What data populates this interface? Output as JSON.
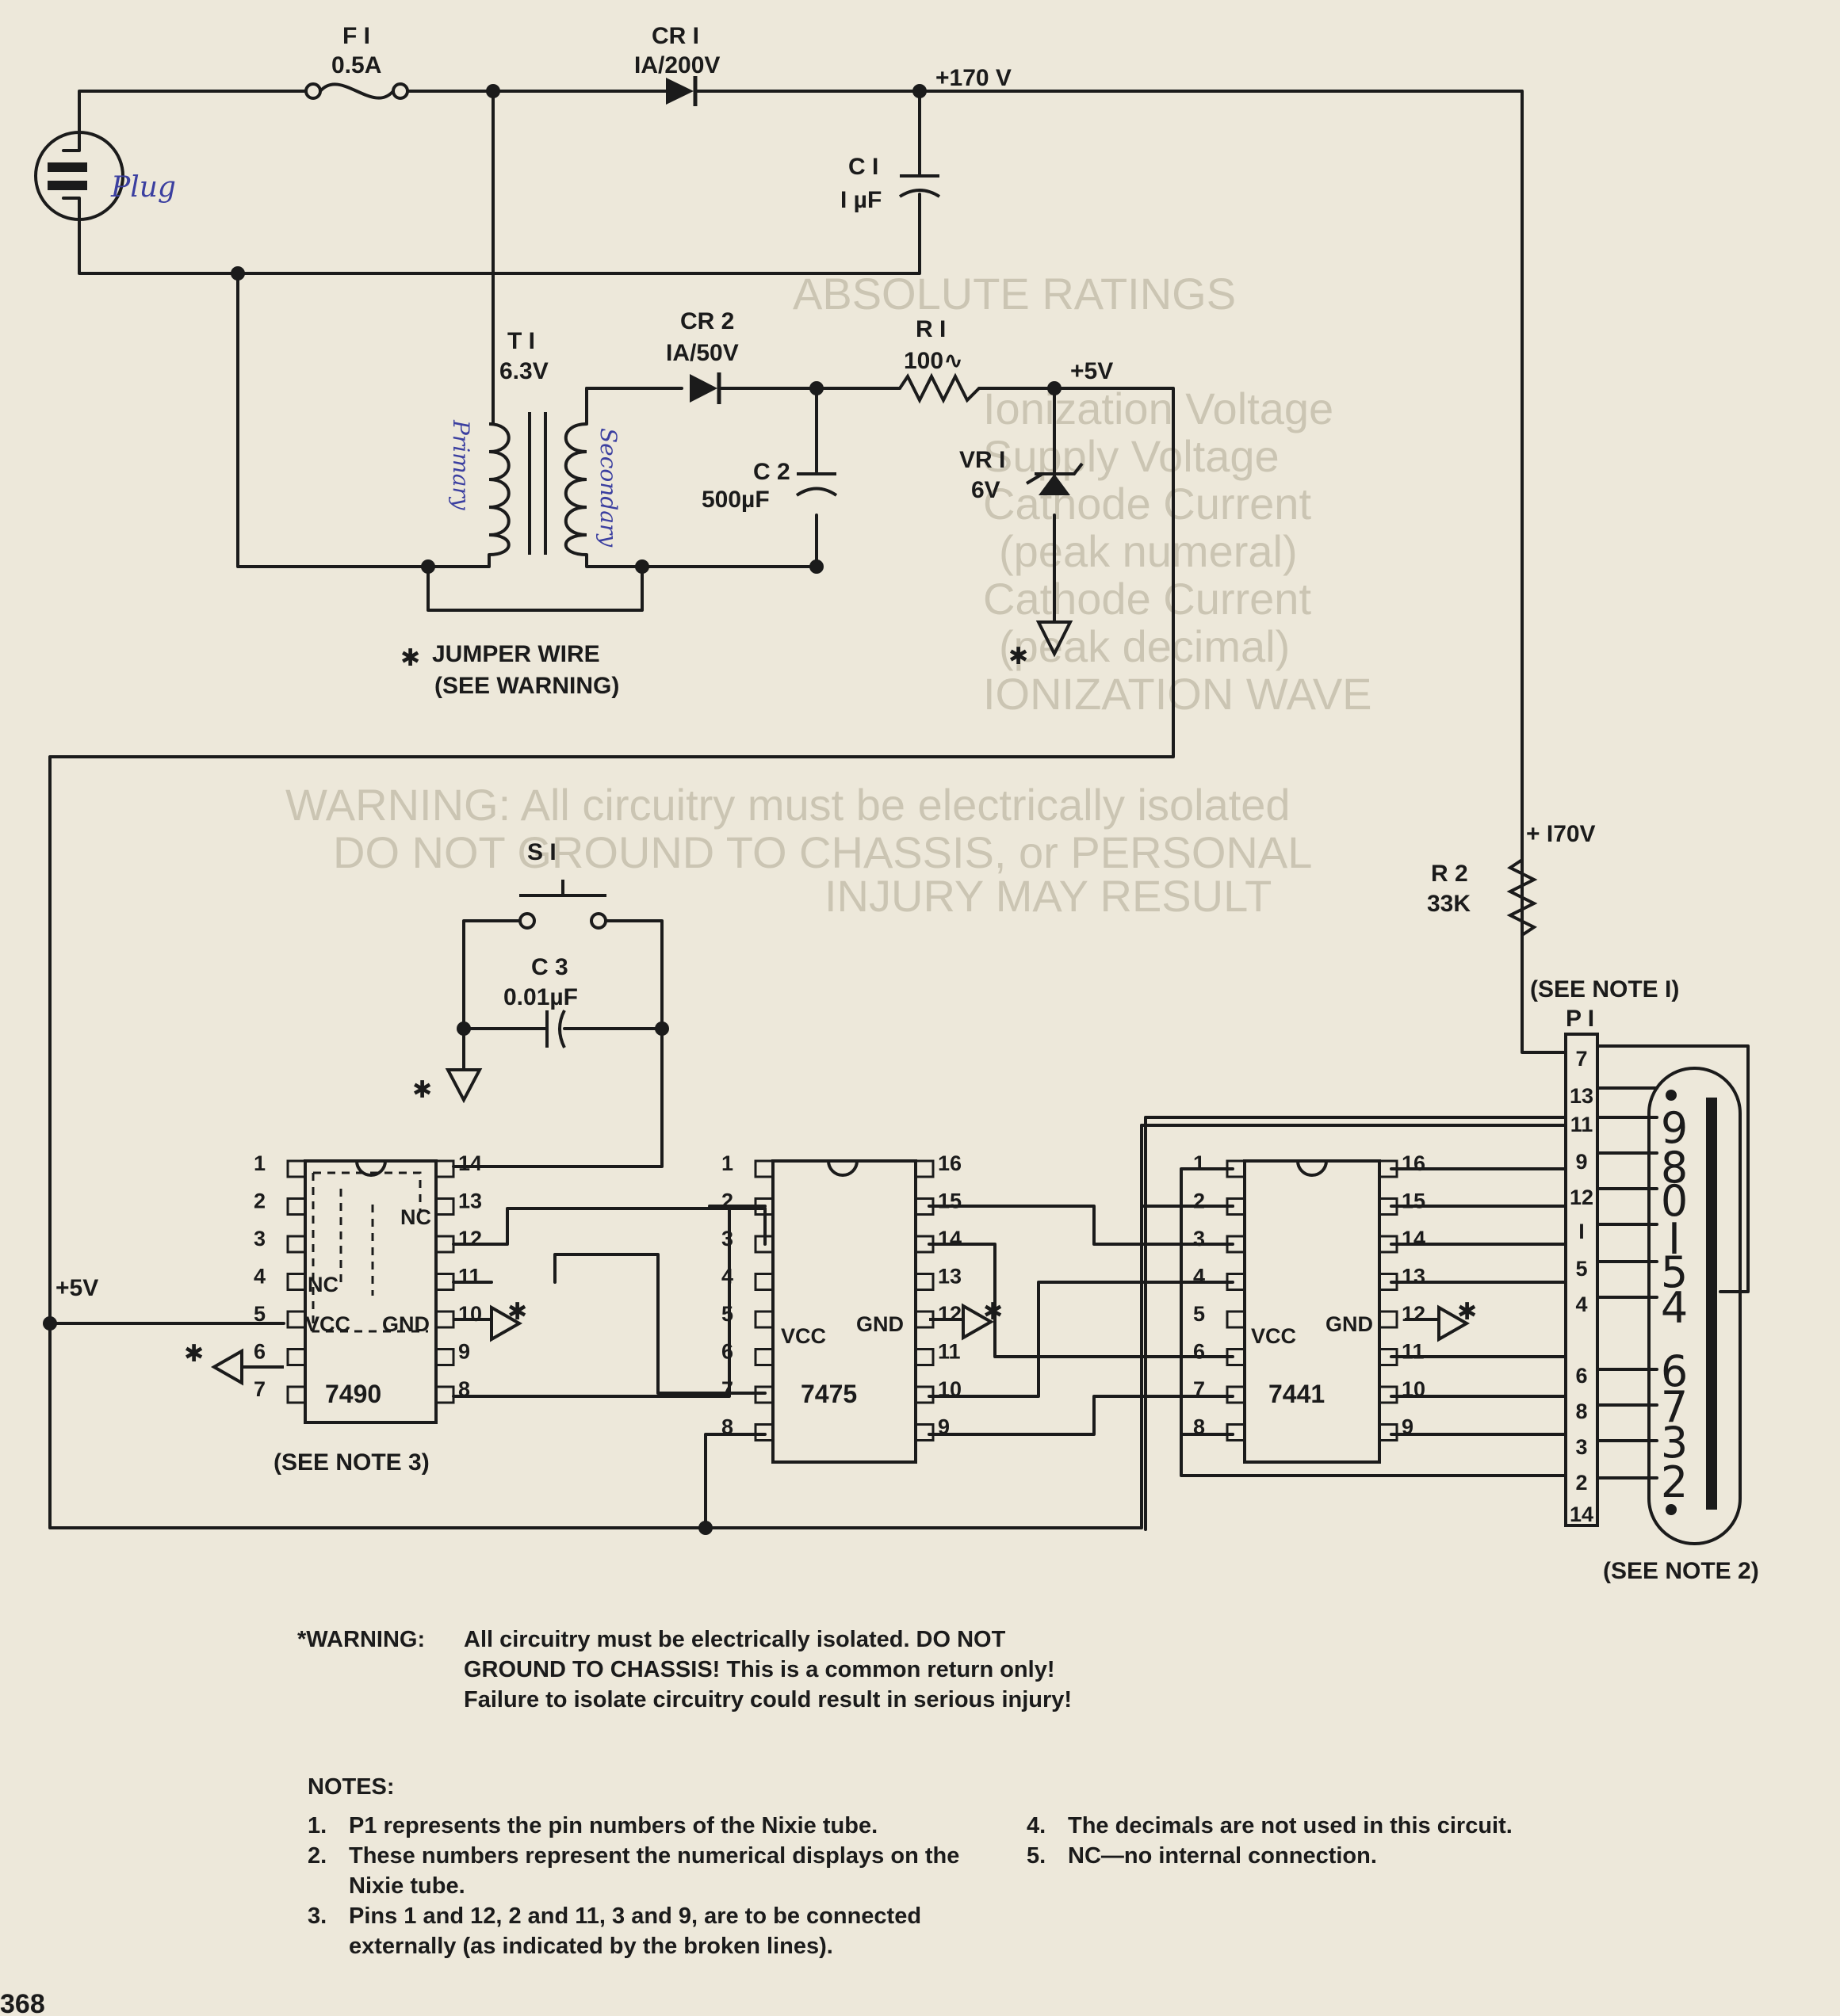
{
  "labels": {
    "f1": "F I",
    "f1_val": "0.5A",
    "cr1": "CR I",
    "cr1_val": "IA/200V",
    "v170_top": "+170 V",
    "c1": "C I",
    "c1_val": "I µF",
    "plug": "Plug",
    "t1": "T I",
    "t1_val": "6.3V",
    "primary": "Primary",
    "secondary": "Secondary",
    "cr2": "CR 2",
    "cr2_val": "IA/50V",
    "r1": "R I",
    "r1_val": "100∿",
    "v5_top": "+5V",
    "c2": "C 2",
    "c2_val": "500µF",
    "vr1": "VR I",
    "vr1_val": "6V",
    "jumper1": "JUMPER  WIRE",
    "jumper2": "(SEE  WARNING)",
    "s1": "S I",
    "c3": "C 3",
    "c3_val": "0.01µF",
    "v170_right": "+ I70V",
    "r2": "R 2",
    "r2_val": "33K",
    "see_note1": "(SEE  NOTE  I)",
    "p1": "P I",
    "v5_left": "+5V",
    "see_note3": "(SEE  NOTE 3)",
    "see_note2": "(SEE   NOTE 2)",
    "star": "✱",
    "page_number": "368"
  },
  "chips": {
    "ic7490": {
      "name": "7490",
      "vcc": "VCC",
      "gnd": "GND",
      "nc": "NC",
      "left_pins": [
        "1",
        "2",
        "3",
        "4",
        "5",
        "6",
        "7"
      ],
      "right_pins": [
        "14",
        "13",
        "12",
        "11",
        "10",
        "9",
        "8"
      ]
    },
    "ic7475": {
      "name": "7475",
      "vcc": "VCC",
      "gnd": "GND",
      "left_pins": [
        "1",
        "2",
        "3",
        "4",
        "5",
        "6",
        "7",
        "8"
      ],
      "right_pins": [
        "16",
        "15",
        "14",
        "13",
        "12",
        "11",
        "10",
        "9"
      ]
    },
    "ic7441": {
      "name": "7441",
      "vcc": "VCC",
      "gnd": "GND",
      "left_pins": [
        "1",
        "2",
        "3",
        "4",
        "5",
        "6",
        "7",
        "8"
      ],
      "right_pins": [
        "16",
        "15",
        "14",
        "13",
        "12",
        "11",
        "10",
        "9"
      ]
    }
  },
  "p1_pins": [
    "7",
    "13",
    "11",
    "9",
    "12",
    "I",
    "5",
    "4",
    "6",
    "8",
    "3",
    "2",
    "14"
  ],
  "nixie_digits": [
    "9",
    "8",
    "0",
    "I",
    "5",
    "4",
    "6",
    "7",
    "3",
    "2"
  ],
  "bleed_text": [
    "ABSOLUTE RATINGS",
    "Ionization Voltage",
    "Supply Voltage",
    "Cathode Current",
    "(peak numeral)",
    "Cathode Current",
    "(peak decimal)",
    "IONIZATION WAVE",
    "WARNING: All circuitry must be electrically isolated",
    "DO NOT GROUND TO CHASSIS, or PERSONAL",
    "INJURY MAY RESULT"
  ],
  "warning": {
    "lead": "*WARNING:",
    "text": "All circuitry must be electrically isolated. DO NOT GROUND TO CHASSIS! This is a common return only! Failure to isolate circuitry could result in serious injury!"
  },
  "notes": {
    "heading": "NOTES:",
    "items_left": [
      {
        "n": "1.",
        "text": "P1 represents the pin numbers of the Nixie tube."
      },
      {
        "n": "2.",
        "text": "These numbers represent the numerical displays on the Nixie tube."
      },
      {
        "n": "3.",
        "text": "Pins 1 and 12, 2 and 11, 3 and 9, are to be connected externally (as indicated by the broken lines)."
      }
    ],
    "items_right": [
      {
        "n": "4.",
        "text": "The decimals are not used in this circuit."
      },
      {
        "n": "5.",
        "text": "NC—no internal connection."
      }
    ]
  }
}
